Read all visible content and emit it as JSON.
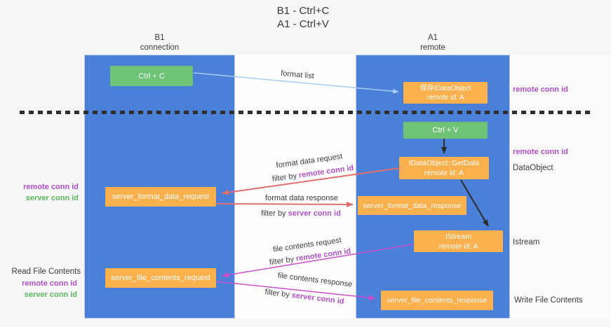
{
  "title": {
    "line1": "B1 - Ctrl+C",
    "line2": "A1 - Ctrl+V"
  },
  "lifelines": {
    "left": {
      "name": "B1",
      "subtitle": "connection"
    },
    "right": {
      "name": "A1",
      "subtitle": "remote"
    }
  },
  "boxes": {
    "ctrl_c": "Ctrl + C",
    "ctrl_v": "Ctrl + V",
    "save_dataobject_line1": "保存IDataObject",
    "save_dataobject_line2": "remote id: A",
    "getdata_line1": "IDataObject::GetData",
    "getdata_line2": "remote id: A",
    "istream_line1": "IStream",
    "istream_line2": "remote id: A",
    "server_format_data_request": "server_format_data_request",
    "server_format_data_response": "server_format_data_response",
    "server_file_contents_request": "server_file_contents_request",
    "server_file_contents_response": "server_file_contents_response"
  },
  "labels": {
    "remote_conn_id": "remote conn id",
    "server_conn_id": "server conn id",
    "read_file_contents": "Read File Contents",
    "write_file_contents": "Write File Contents",
    "dataobject": "DataObject",
    "istream": "Istream",
    "filter_by": "filter by",
    "format_list": "format list",
    "format_data_request": "format data request",
    "format_data_response": "format data response",
    "file_contents_request": "file contents request",
    "file_contents_response": "file contents response"
  },
  "colors": {
    "lifeline_blue": "#4a80d8",
    "box_orange": "#fbb04e",
    "box_green": "#6ec377",
    "label_purple": "#b04fc8",
    "label_green": "#5cb85c",
    "arrow_blue": "#a5cdf0",
    "arrow_salmon": "#e06f6f",
    "arrow_magenta": "#cb4ecb",
    "arrow_black": "#2b2b2b"
  }
}
